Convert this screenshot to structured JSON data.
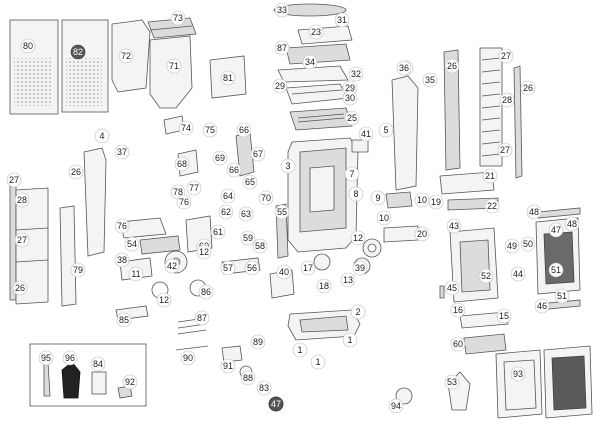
{
  "diagram": {
    "type": "exploded-parts-diagram",
    "callouts": [
      "80",
      "82",
      "72",
      "73",
      "71",
      "81",
      "33",
      "31",
      "23",
      "87",
      "34",
      "32",
      "29",
      "29",
      "30",
      "25",
      "36",
      "35",
      "26",
      "27",
      "28",
      "26",
      "27",
      "74",
      "75",
      "66",
      "67",
      "69",
      "68",
      "65",
      "64",
      "66",
      "62",
      "63",
      "70",
      "61",
      "59",
      "58",
      "60",
      "55",
      "57",
      "56",
      "40",
      "41",
      "3",
      "7",
      "8",
      "5",
      "9",
      "10",
      "19",
      "21",
      "22",
      "10",
      "20",
      "12",
      "39",
      "13",
      "17",
      "18",
      "2",
      "1",
      "1",
      "1",
      "36",
      "37",
      "4",
      "26",
      "27",
      "28",
      "27",
      "26",
      "79",
      "78",
      "77",
      "76",
      "76",
      "54",
      "38",
      "11",
      "42",
      "12",
      "12",
      "86",
      "85",
      "87",
      "90",
      "89",
      "88",
      "91",
      "83",
      "47",
      "48",
      "51",
      "50",
      "51",
      "48",
      "47",
      "46",
      "43",
      "52",
      "49",
      "44",
      "45",
      "16",
      "15",
      "60",
      "53",
      "94",
      "95",
      "96",
      "84",
      "92",
      "93"
    ]
  }
}
